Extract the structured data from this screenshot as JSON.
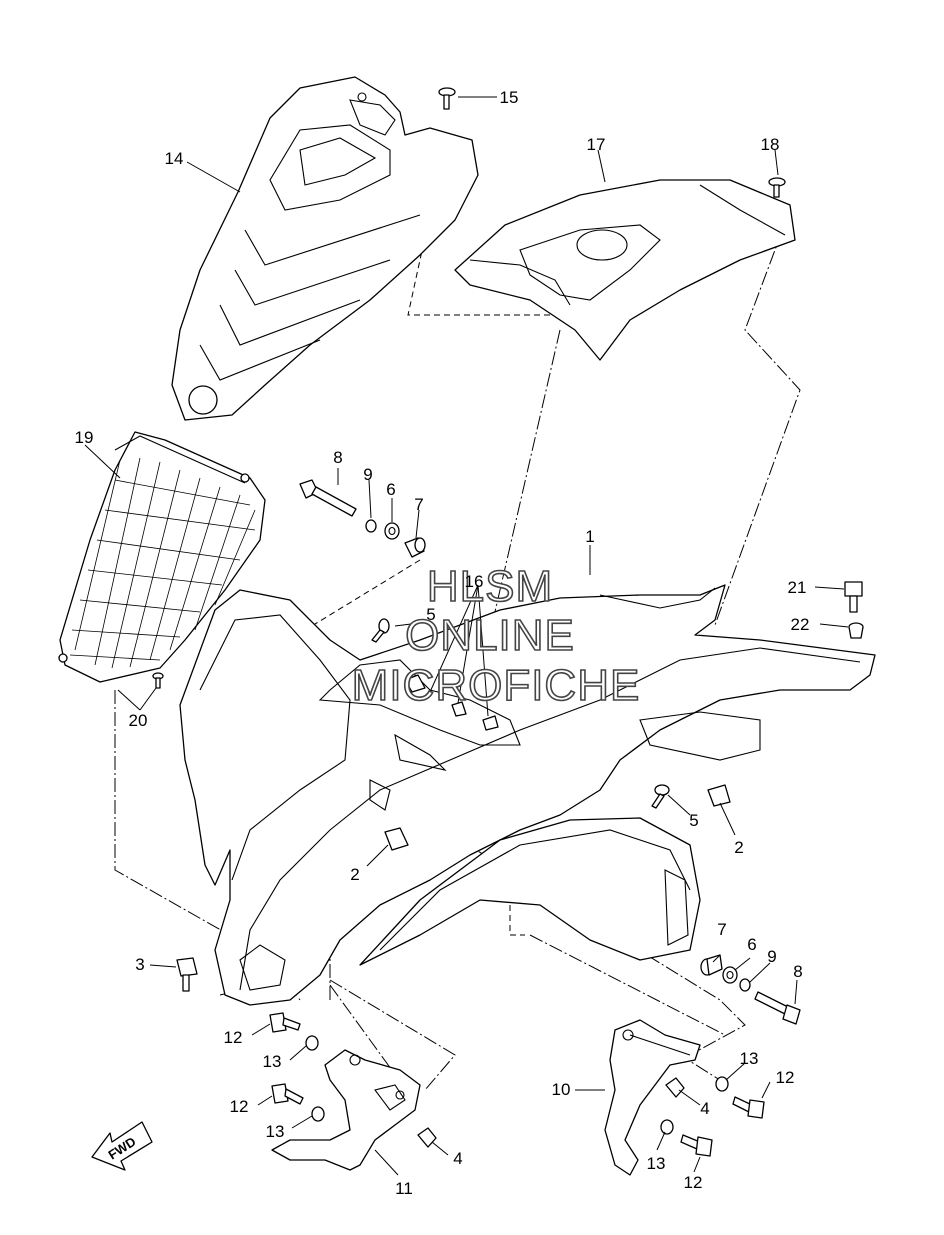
{
  "watermark": [
    "HLSM",
    "ONLINE",
    "MICROFICHE"
  ],
  "direction_arrow": "FWD",
  "callouts": {
    "c1": "1",
    "c2a": "2",
    "c2b": "2",
    "c3": "3",
    "c4a": "4",
    "c4b": "4",
    "c5a": "5",
    "c5b": "5",
    "c6a": "6",
    "c6b": "6",
    "c7a": "7",
    "c7b": "7",
    "c8a": "8",
    "c8b": "8",
    "c9a": "9",
    "c9b": "9",
    "c10": "10",
    "c11": "11",
    "c12a": "12",
    "c12b": "12",
    "c12c": "12",
    "c12d": "12",
    "c13a": "13",
    "c13b": "13",
    "c13c": "13",
    "c13d": "13",
    "c14": "14",
    "c15": "15",
    "c16": "16",
    "c17": "17",
    "c18": "18",
    "c19": "19",
    "c20": "20",
    "c21": "21",
    "c22": "22"
  }
}
